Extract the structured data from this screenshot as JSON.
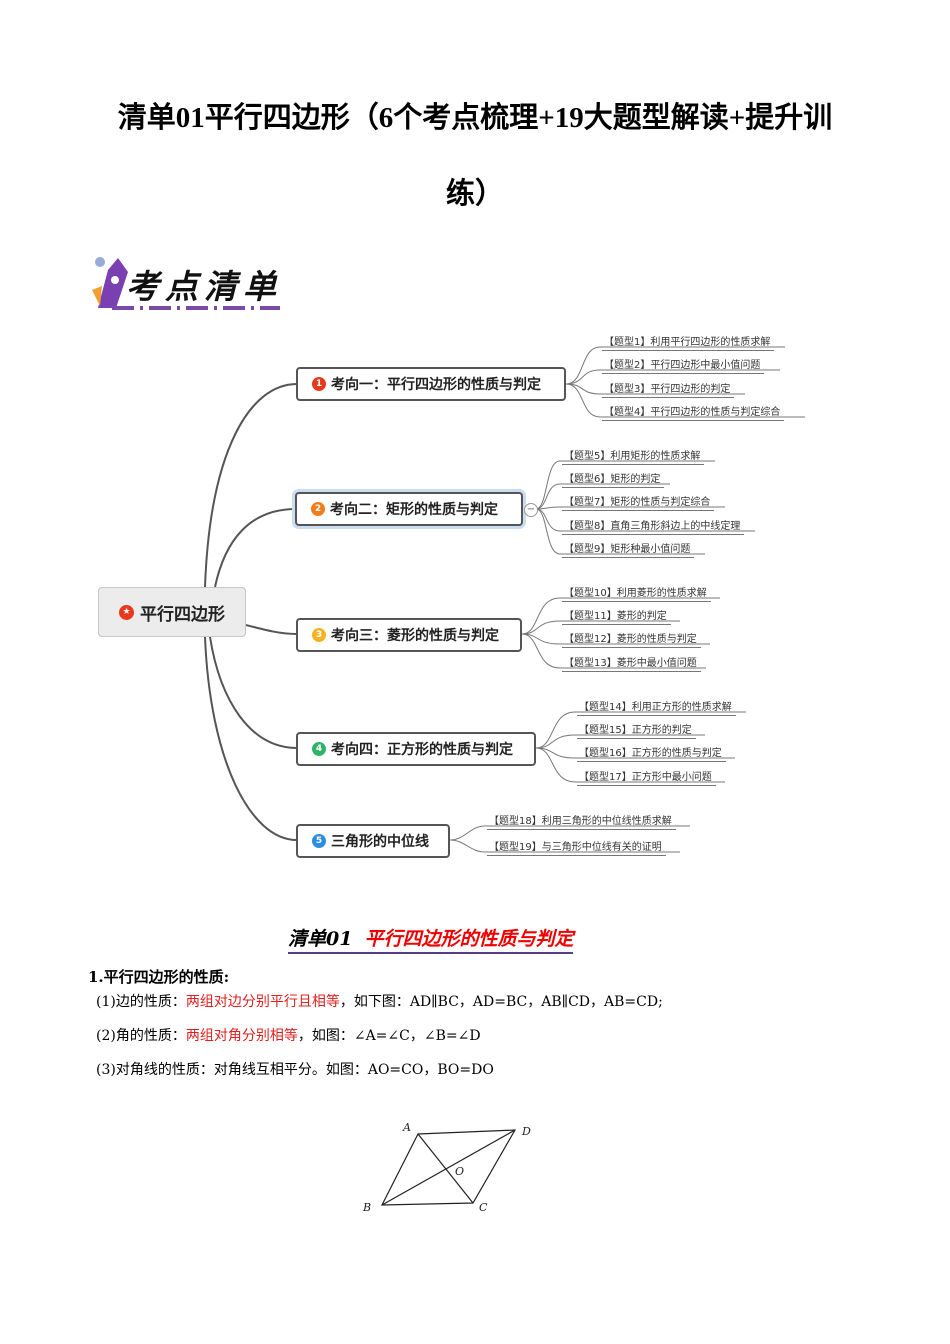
{
  "document": {
    "title_line1": "清单01平行四边形（6个考点梳理+19大题型解读+提升训",
    "title_line2": "练）"
  },
  "logo": {
    "label": "考点清单"
  },
  "mindmap": {
    "root": {
      "label": "平行四边形",
      "icon": "star-badge-icon",
      "icon_color": "#e8391f"
    },
    "branches": [
      {
        "num": "1",
        "color": "#e53a1e",
        "label": "考向一：平行四边形的性质与判定",
        "leaves": [
          "【题型1】利用平行四边形的性质求解",
          "【题型2】平行四边形中最小值问题",
          "【题型3】平行四边形的判定",
          "【题型4】平行四边形的性质与判定综合"
        ]
      },
      {
        "num": "2",
        "color": "#f07c1a",
        "label": "考向二：矩形的性质与判定",
        "selected": true,
        "collapse_symbol": "−",
        "leaves": [
          "【题型5】利用矩形的性质求解",
          "【题型6】矩形的判定",
          "【题型7】矩形的性质与判定综合",
          "【题型8】直角三角形斜边上的中线定理",
          "【题型9】矩形种最小值问题"
        ]
      },
      {
        "num": "3",
        "color": "#f5b324",
        "label": "考向三：菱形的性质与判定",
        "leaves": [
          "【题型10】利用菱形的性质求解",
          "【题型11】菱形的判定",
          "【题型12】菱形的性质与判定",
          "【题型13】菱形中最小值问题"
        ]
      },
      {
        "num": "4",
        "color": "#2fb36b",
        "label": "考向四：正方形的性质与判定",
        "leaves": [
          "【题型14】利用正方形的性质求解",
          "【题型15】正方形的判定",
          "【题型16】正方形的性质与判定",
          "【题型17】正方形中最小问题"
        ]
      },
      {
        "num": "5",
        "color": "#2a8de0",
        "label": "三角形的中位线",
        "leaves": [
          "【题型18】利用三角形的中位线性质求解",
          "【题型19】与三角形中位线有关的证明"
        ]
      }
    ]
  },
  "section": {
    "prefix": "清单01",
    "title": "平行四边形的性质与判定",
    "heading": "1.平行四边形的性质:",
    "items": [
      {
        "label": "(1)边的性质：",
        "highlight": "两组对边分别平行且相等",
        "rest": "，如下图：AD∥BC，AD=BC，AB∥CD，AB=CD;"
      },
      {
        "label": "(2)角的性质：",
        "highlight": "两组对角分别相等",
        "rest": "，如图：∠A=∠C，∠B=∠D"
      },
      {
        "label": "(3)对角线的性质：对角线互相平分。如图：AO=CO，BO=DO",
        "highlight": "",
        "rest": ""
      }
    ]
  },
  "figure": {
    "labels": {
      "A": "A",
      "B": "B",
      "C": "C",
      "D": "D",
      "O": "O"
    }
  }
}
